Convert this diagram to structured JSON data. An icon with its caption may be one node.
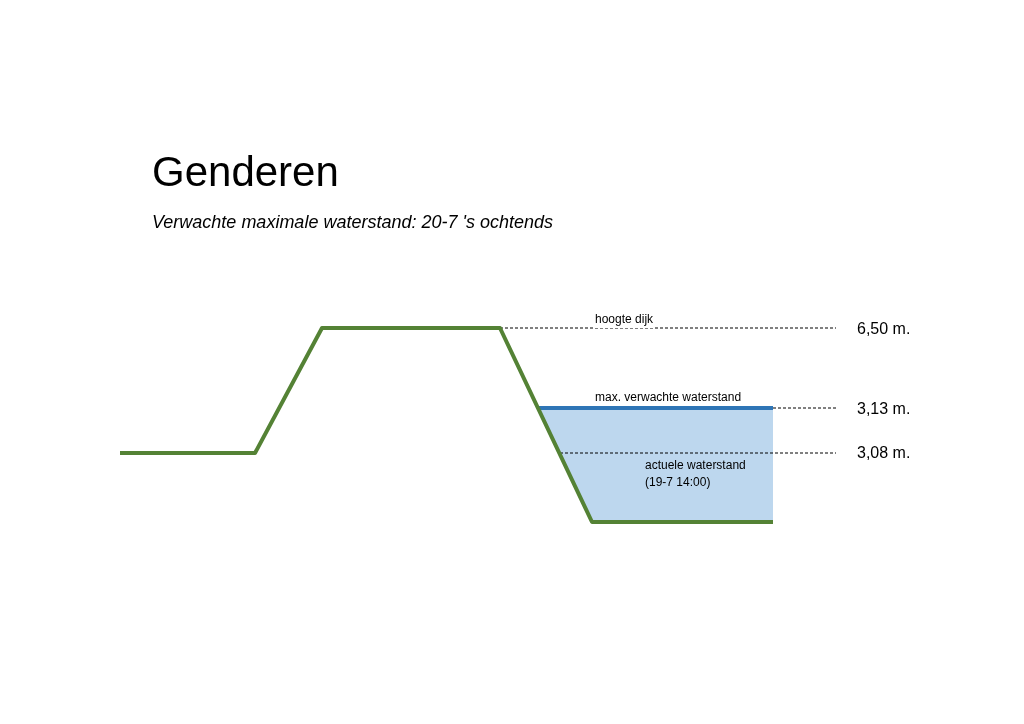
{
  "diagram": {
    "title": "Genderen",
    "caption": "Verwachte maximale waterstand: 20-7 's ochtends",
    "labels": [
      "hoogte dijk",
      "6,50 m.",
      "max. verwachte waterstand",
      "3,13 m.",
      "3,08 m.",
      "actuele waterstand (19-7 14:00)"
    ]
  }
}
